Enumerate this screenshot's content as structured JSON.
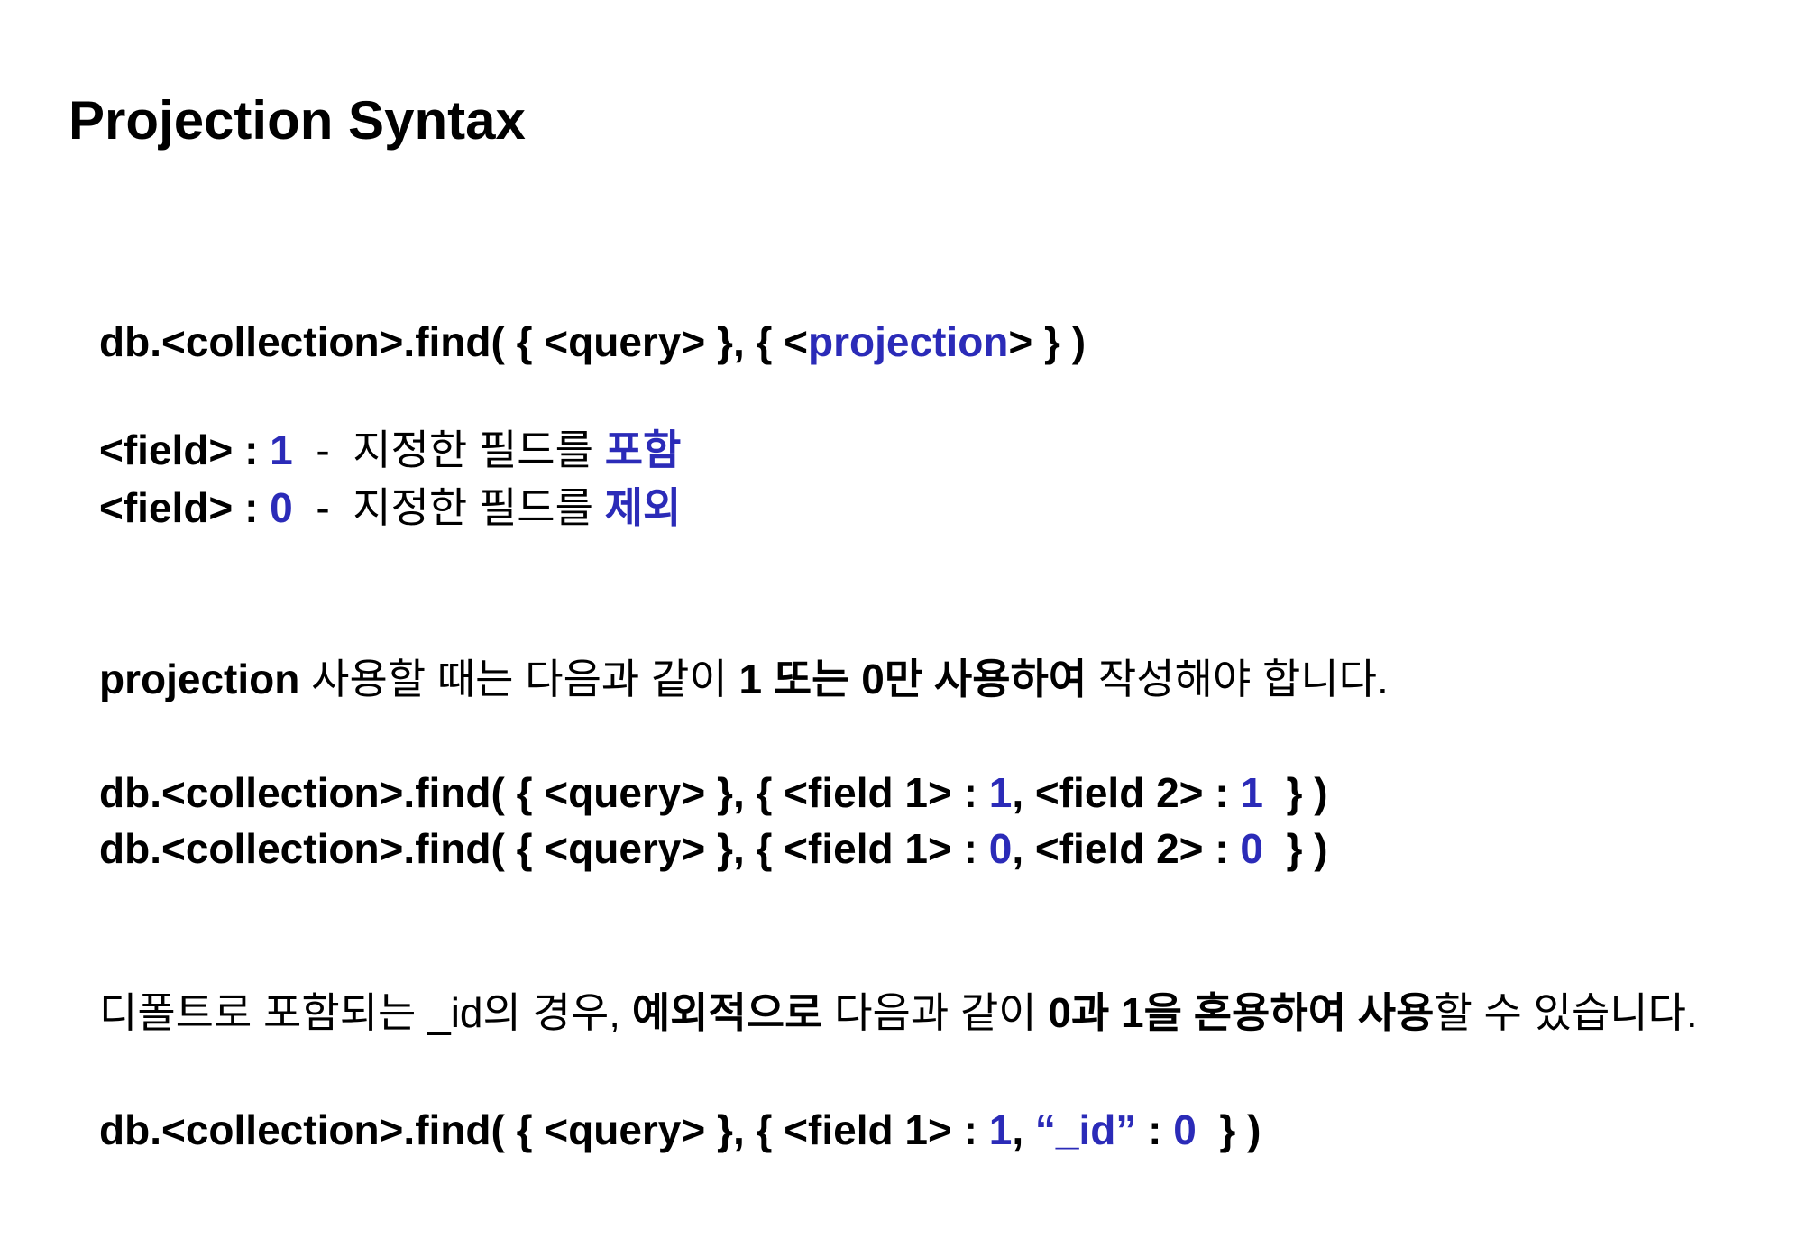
{
  "title": "Projection Syntax",
  "syntax": {
    "prefix": "db.<collection>.find( { <query> }, { <",
    "keyword": "projection",
    "suffix": "> } )"
  },
  "rules": [
    {
      "field": "<field> : ",
      "value": "1",
      "sep": "  -  ",
      "desc": "지정한 필드를 ",
      "action": "포함"
    },
    {
      "field": "<field> : ",
      "value": "0",
      "sep": "  -  ",
      "desc": "지정한 필드를 ",
      "action": "제외"
    }
  ],
  "note1": {
    "p1": "projection",
    "p2": " 사용할 때는 다음과 같이 ",
    "p3": "1 또는 0만 사용하여",
    "p4": " 작성해야 합니다."
  },
  "examples": [
    {
      "a": "db.<collection>.find( { <query> }, { <field 1> : ",
      "v1": "1",
      "b": ", <field 2> : ",
      "v2": "1",
      "c": "  } )"
    },
    {
      "a": "db.<collection>.find( { <query> }, { <field 1> : ",
      "v1": "0",
      "b": ", <field 2> : ",
      "v2": "0",
      "c": "  } )"
    }
  ],
  "note2": {
    "p1": "디폴트로 포함되는 _id의 경우, ",
    "p2": "예외적으로",
    "p3": " 다음과 같이 ",
    "p4": "0과 1을 혼용하여 사용",
    "p5": "할 수 있습니다."
  },
  "example3": {
    "a": "db.<collection>.find( { <query> }, { <field 1> : ",
    "v1": "1",
    "b": ", ",
    "id": "“_id”",
    "c": " : ",
    "v2": "0",
    "d": "  } )"
  },
  "colors": {
    "accent": "#2b2bb8",
    "text": "#000000",
    "background": "#ffffff"
  }
}
